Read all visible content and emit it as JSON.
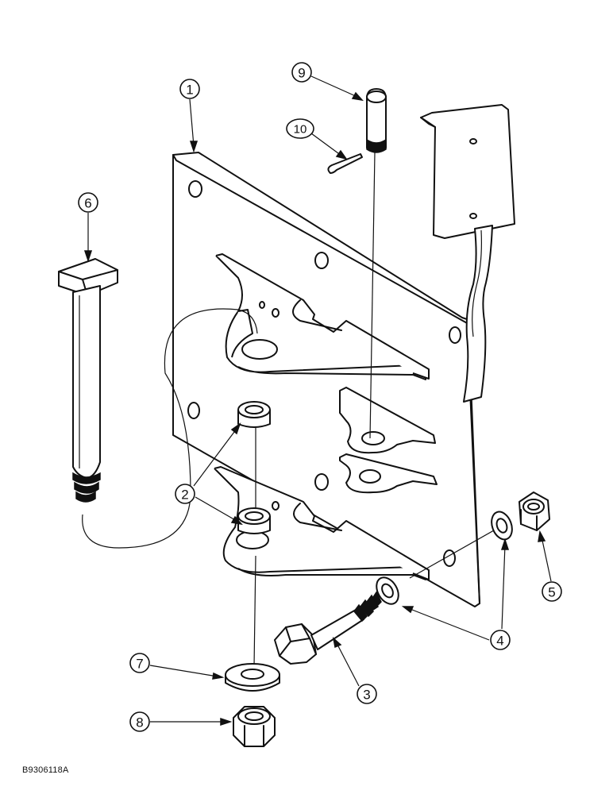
{
  "figure_id": "B9306118A",
  "callouts": {
    "c1": "1",
    "c2": "2",
    "c3": "3",
    "c4": "4",
    "c5": "5",
    "c6": "6",
    "c7": "7",
    "c8": "8",
    "c9": "9",
    "c10": "10"
  }
}
